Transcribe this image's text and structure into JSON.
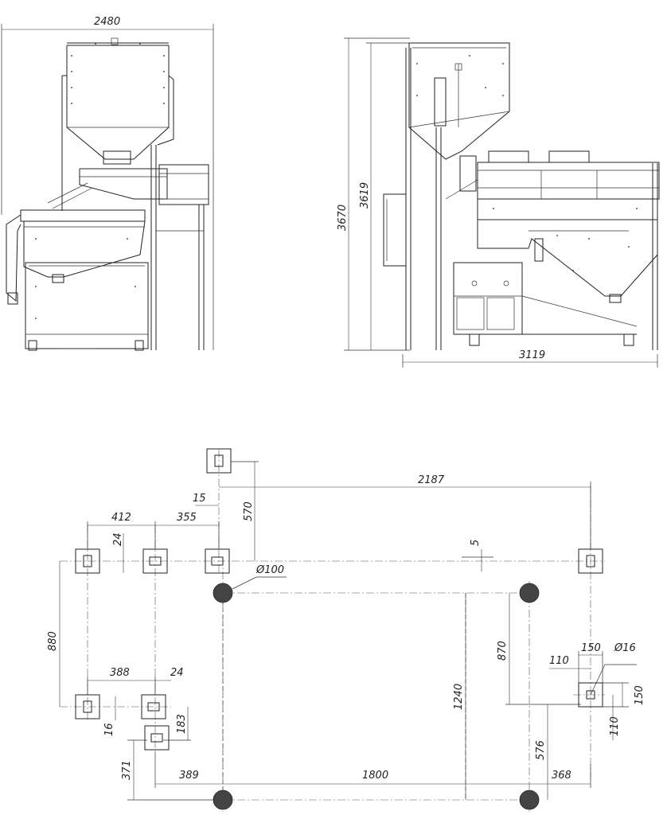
{
  "front_view": {
    "width_dim": "2480"
  },
  "side_view": {
    "height_dim_outer": "3670",
    "height_dim_inner": "3619",
    "depth_dim": "3119"
  },
  "plan_view": {
    "dims": {
      "d2187": "2187",
      "d15": "15",
      "d570": "570",
      "d412": "412",
      "d355": "355",
      "d24_top": "24",
      "d5": "5",
      "dia100": "Ø100",
      "d880": "880",
      "d870": "870",
      "d150_top": "150",
      "dia16": "Ø16",
      "d110_left": "110",
      "d150_right": "150",
      "d110_right": "110",
      "d388": "388",
      "d24_bottom": "24",
      "d1240": "1240",
      "d16": "16",
      "d183": "183",
      "d576": "576",
      "d371": "371",
      "d389": "389",
      "d1800": "1800",
      "d368": "368"
    }
  }
}
